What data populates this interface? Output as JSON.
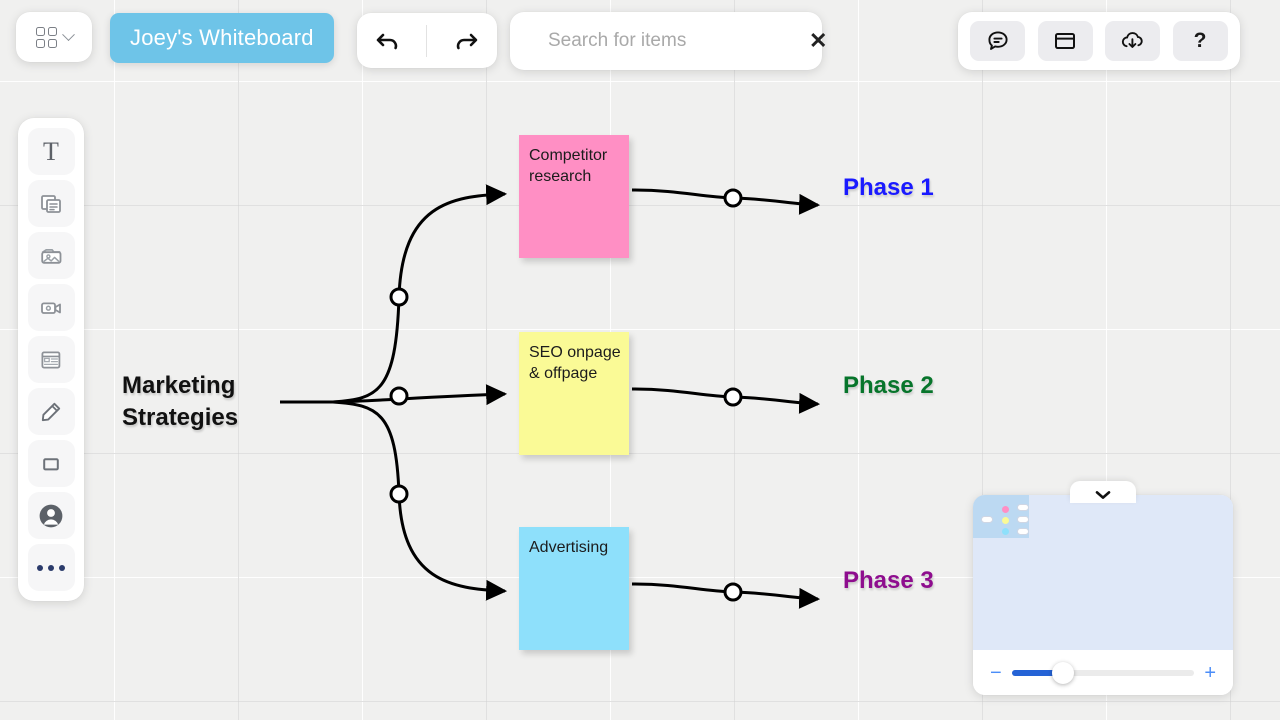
{
  "app": {
    "board_title": "Joey's Whiteboard",
    "accent_blue": "#6ec4e8",
    "canvas_bg": "#f0f0ef"
  },
  "topbar": {
    "app_grid_icon": "app-grid-icon",
    "chevron_icon": "chevron-down-icon",
    "undo_label": "undo-icon",
    "redo_label": "redo-icon",
    "tools": [
      {
        "name": "comment-icon",
        "label": ""
      },
      {
        "name": "frame-icon",
        "label": ""
      },
      {
        "name": "cloud-download-icon",
        "label": ""
      },
      {
        "name": "help-icon",
        "label": "?"
      }
    ]
  },
  "search": {
    "placeholder": "Search for items",
    "value": "",
    "search_icon": "search-icon",
    "clear_icon": "close-icon",
    "clear_label": "✕"
  },
  "sidebar": {
    "items": [
      {
        "name": "text-tool",
        "glyph": "T"
      },
      {
        "name": "sticky-note-tool",
        "glyph": ""
      },
      {
        "name": "image-tool",
        "glyph": ""
      },
      {
        "name": "video-tool",
        "glyph": ""
      },
      {
        "name": "template-tool",
        "glyph": ""
      },
      {
        "name": "pen-tool",
        "glyph": ""
      },
      {
        "name": "shape-tool",
        "glyph": ""
      },
      {
        "name": "avatar-tool",
        "glyph": ""
      },
      {
        "name": "more-tool",
        "glyph": ""
      }
    ]
  },
  "diagram": {
    "root": "Marketing\nStrategies",
    "root_line1": "Marketing",
    "root_line2": "Strategies",
    "notes": [
      {
        "name": "competitor-research-note",
        "text": "Competitor research",
        "color": "#ff8fc4"
      },
      {
        "name": "seo-note",
        "text": "SEO onpage & offpage",
        "color": "#fafa96"
      },
      {
        "name": "advertising-note",
        "text": "Advertising",
        "color": "#8ee0fb"
      }
    ],
    "phases": [
      {
        "name": "phase-1-label",
        "text": "Phase 1",
        "color": "#1a1aff"
      },
      {
        "name": "phase-2-label",
        "text": "Phase 2",
        "color": "#07752b"
      },
      {
        "name": "phase-3-label",
        "text": "Phase 3",
        "color": "#8e0d8e"
      }
    ]
  },
  "minimap": {
    "collapse_icon": "chevron-down-icon",
    "zoom_minus": "−",
    "zoom_plus": "+",
    "zoom_percent": 28
  }
}
